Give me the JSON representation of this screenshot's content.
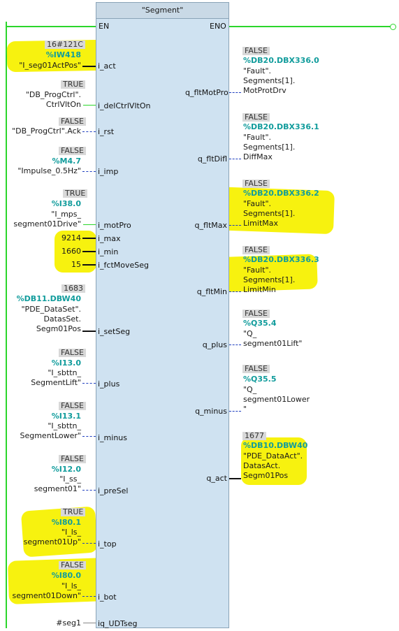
{
  "block": {
    "title": "\"Segment\"",
    "en": "EN",
    "eno": "ENO"
  },
  "inputs": [
    {
      "pin": "i_act",
      "value": "16#121C",
      "addr": "%IW418",
      "sym": [
        "\"I_seg01ActPos\""
      ]
    },
    {
      "pin": "i_delCtrlVltOn",
      "value": "TRUE",
      "addr": "",
      "sym": [
        "\"DB_ProgCtrl\".",
        "CtrlVltOn"
      ]
    },
    {
      "pin": "i_rst",
      "value": "FALSE",
      "addr": "",
      "sym": [
        "\"DB_ProgCtrl\".Ack"
      ]
    },
    {
      "pin": "i_imp",
      "value": "FALSE",
      "addr": "%M4.7",
      "sym": [
        "\"Impulse_0.5Hz\""
      ]
    },
    {
      "pin": "i_motPro",
      "value": "TRUE",
      "addr": "%I38.0",
      "sym": [
        "\"I_mps_",
        "segment01Drive\""
      ]
    },
    {
      "pin": "i_max",
      "value": "9214",
      "addr": "",
      "sym": []
    },
    {
      "pin": "i_min",
      "value": "1660",
      "addr": "",
      "sym": []
    },
    {
      "pin": "i_fctMoveSeg",
      "value": "15",
      "addr": "",
      "sym": []
    },
    {
      "pin": "i_setSeg",
      "value": "1683",
      "addr": "%DB11.DBW40",
      "sym": [
        "\"PDE_DataSet\".",
        "DatasSet.",
        "Segm01Pos"
      ]
    },
    {
      "pin": "i_plus",
      "value": "FALSE",
      "addr": "%I13.0",
      "sym": [
        "\"I_sbttn_",
        "SegmentLift\""
      ]
    },
    {
      "pin": "i_minus",
      "value": "FALSE",
      "addr": "%I13.1",
      "sym": [
        "\"I_sbttn_",
        "SegmentLower\""
      ]
    },
    {
      "pin": "i_preSel",
      "value": "FALSE",
      "addr": "%I12.0",
      "sym": [
        "\"I_ss_",
        "segment01\""
      ]
    },
    {
      "pin": "i_top",
      "value": "TRUE",
      "addr": "%I80.1",
      "sym": [
        "\"I_ls_",
        "segment01Up\""
      ]
    },
    {
      "pin": "i_bot",
      "value": "FALSE",
      "addr": "%I80.0",
      "sym": [
        "\"I_ls_",
        "segment01Down\""
      ]
    },
    {
      "pin": "iq_UDTseg",
      "value": "",
      "addr": "",
      "sym": [
        "#seg1"
      ]
    }
  ],
  "outputs": [
    {
      "pin": "q_fltMotPro",
      "value": "FALSE",
      "addr": "%DB20.DBX336.0",
      "sym": [
        "\"Fault\".",
        "Segments[1].",
        "MotProtDrv"
      ]
    },
    {
      "pin": "q_fltDifl",
      "value": "FALSE",
      "addr": "%DB20.DBX336.1",
      "sym": [
        "\"Fault\".",
        "Segments[1].",
        "DiffMax"
      ]
    },
    {
      "pin": "q_fltMax",
      "value": "FALSE",
      "addr": "%DB20.DBX336.2",
      "sym": [
        "\"Fault\".",
        "Segments[1].",
        "LimitMax"
      ]
    },
    {
      "pin": "q_fltMin",
      "value": "FALSE",
      "addr": "%DB20.DBX336.3",
      "sym": [
        "\"Fault\".",
        "Segments[1].",
        "LimitMin"
      ]
    },
    {
      "pin": "q_plus",
      "value": "FALSE",
      "addr": "%Q35.4",
      "sym": [
        "\"Q_",
        "segment01Lift\""
      ]
    },
    {
      "pin": "q_minus",
      "value": "FALSE",
      "addr": "%Q35.5",
      "sym": [
        "\"Q_",
        "segment01Lower",
        "\""
      ]
    },
    {
      "pin": "q_act",
      "value": "1677",
      "addr": "%DB10.DBW40",
      "sym": [
        "\"PDE_DataAct\".",
        "DatasAct.",
        "Segm01Pos"
      ]
    }
  ]
}
